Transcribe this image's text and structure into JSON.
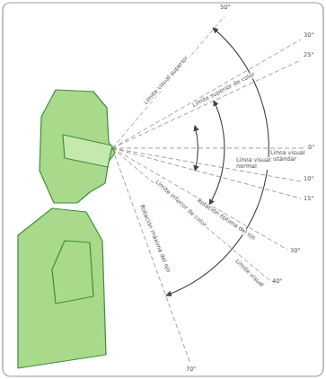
{
  "diagram": {
    "labels": [
      "50°",
      "30°",
      "25°",
      "0°",
      "Línea visual estándar",
      "10°",
      "15°",
      "Línea visual normal",
      "30°",
      "Rotación óptima del ojo",
      "40°",
      "Límite visual",
      "70°",
      "Límite superior de color",
      "Límite visual superior",
      "Límite inferior de color",
      "Rotación máxima del ojo"
    ]
  }
}
